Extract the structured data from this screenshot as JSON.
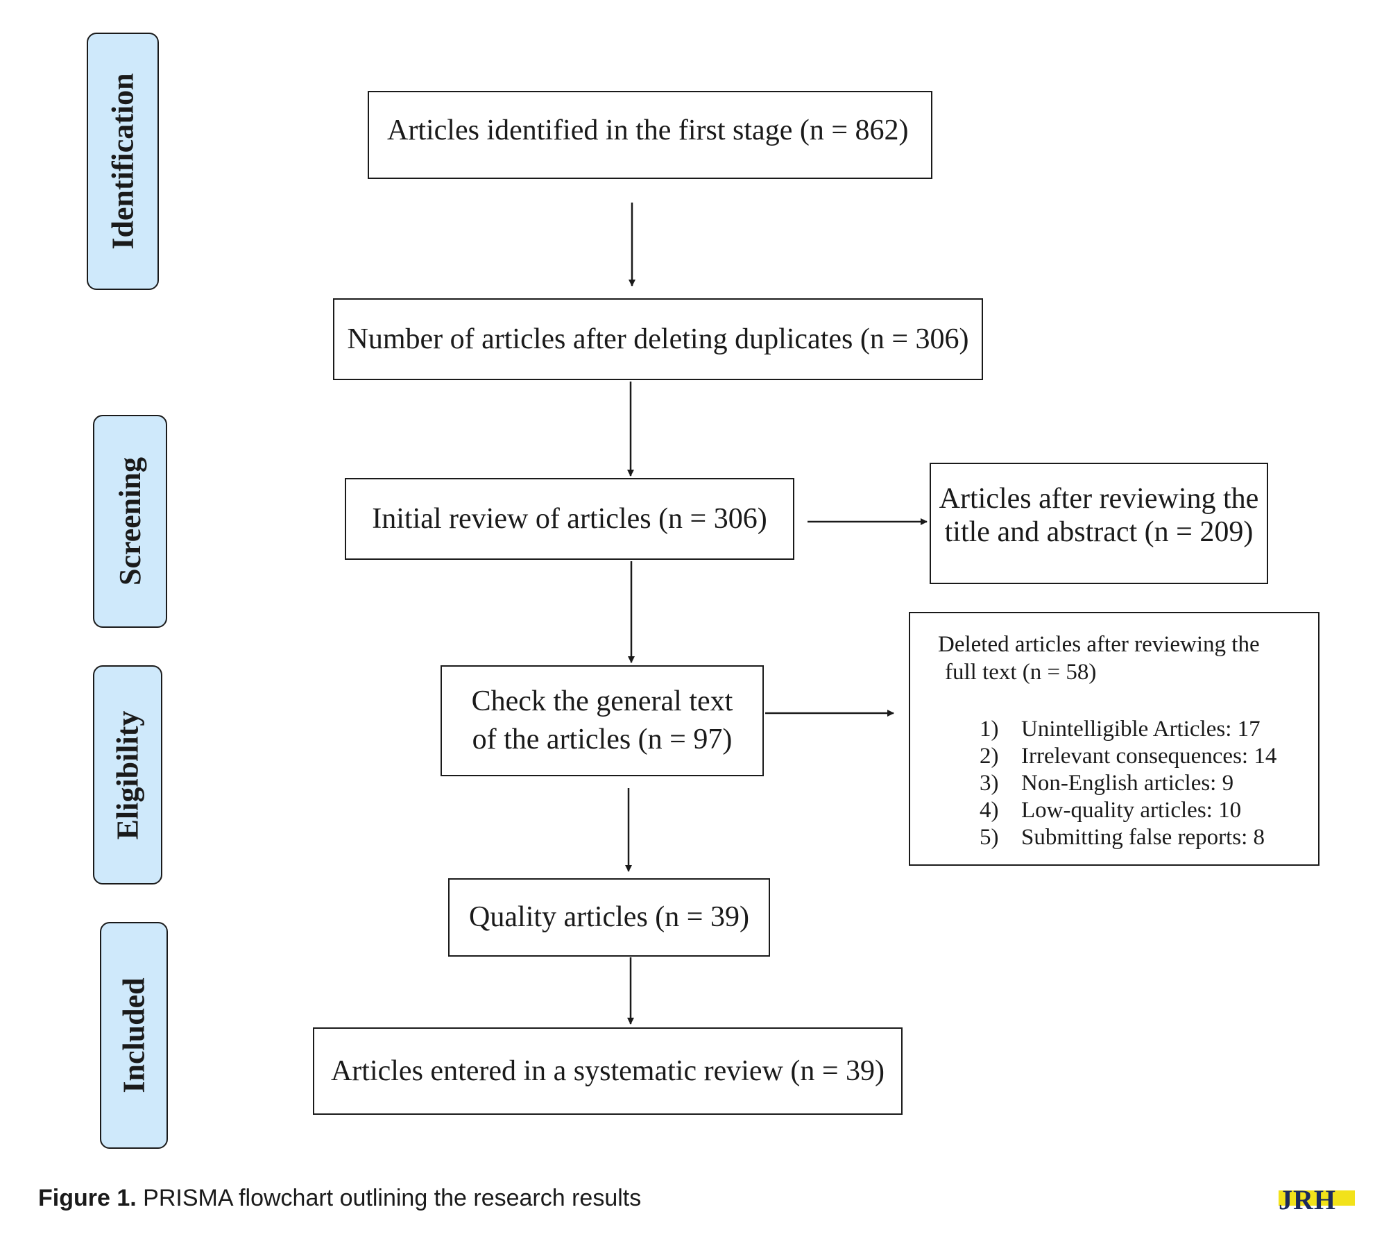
{
  "stages": {
    "identification": "Identification",
    "screening": "Screening",
    "eligibility": "Eligibility",
    "included": "Included"
  },
  "boxes": {
    "identified": "Articles identified in the first stage (n = 862)",
    "after_duplicates": "Number of articles after deleting duplicates (n = 306)",
    "initial_review": "Initial review of articles (n = 306)",
    "title_abstract_line1": "Articles after reviewing the",
    "title_abstract_line2": "title and abstract (n = 209)",
    "check_text_line1": "Check the general text",
    "check_text_line2": "of the articles (n = 97)",
    "quality": "Quality articles (n = 39)",
    "entered": "Articles entered in a systematic review (n = 39)"
  },
  "deleted": {
    "title_line1": "Deleted articles after reviewing the",
    "title_line2": "full text (n = 58)",
    "items": [
      {
        "num": "1)",
        "text": "Unintelligible Articles: 17"
      },
      {
        "num": "2)",
        "text": "Irrelevant consequences: 14"
      },
      {
        "num": "3)",
        "text": "Non-English articles: 9"
      },
      {
        "num": "4)",
        "text": "Low-quality articles: 10"
      },
      {
        "num": "5)",
        "text": "Submitting false reports: 8"
      }
    ]
  },
  "caption": {
    "label": "Figure 1.",
    "text": " PRISMA flowchart outlining the research results"
  },
  "logo": "JRH",
  "colors": {
    "stage_fill": "#cfe9fb",
    "logo_yellow": "#f2e21a",
    "logo_blue": "#1c2a5c"
  }
}
